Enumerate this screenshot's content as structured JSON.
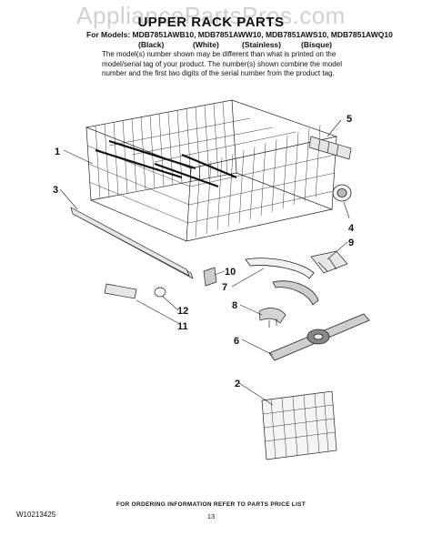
{
  "watermark": "AppliancePartsPros.com",
  "title": "UPPER RACK PARTS",
  "models_line": "For Models: MDB7851AWB10, MDB7851AWW10, MDB7851AWS10, MDB7851AWQ10",
  "variants": [
    "(Black)",
    "(White)",
    "(Stainless)",
    "(Bisque)"
  ],
  "note": "The model(s) number shown may be different than what is printed on the model/serial tag of your product. The number(s) shown combine the model number and the first two digits of the serial number from the product tag.",
  "callouts": [
    "1",
    "2",
    "3",
    "4",
    "5",
    "6",
    "7",
    "8",
    "9",
    "10",
    "11",
    "12"
  ],
  "footer_note": "FOR ORDERING INFORMATION REFER TO PARTS PRICE LIST",
  "doc_number": "W10213425",
  "page_number": "13"
}
